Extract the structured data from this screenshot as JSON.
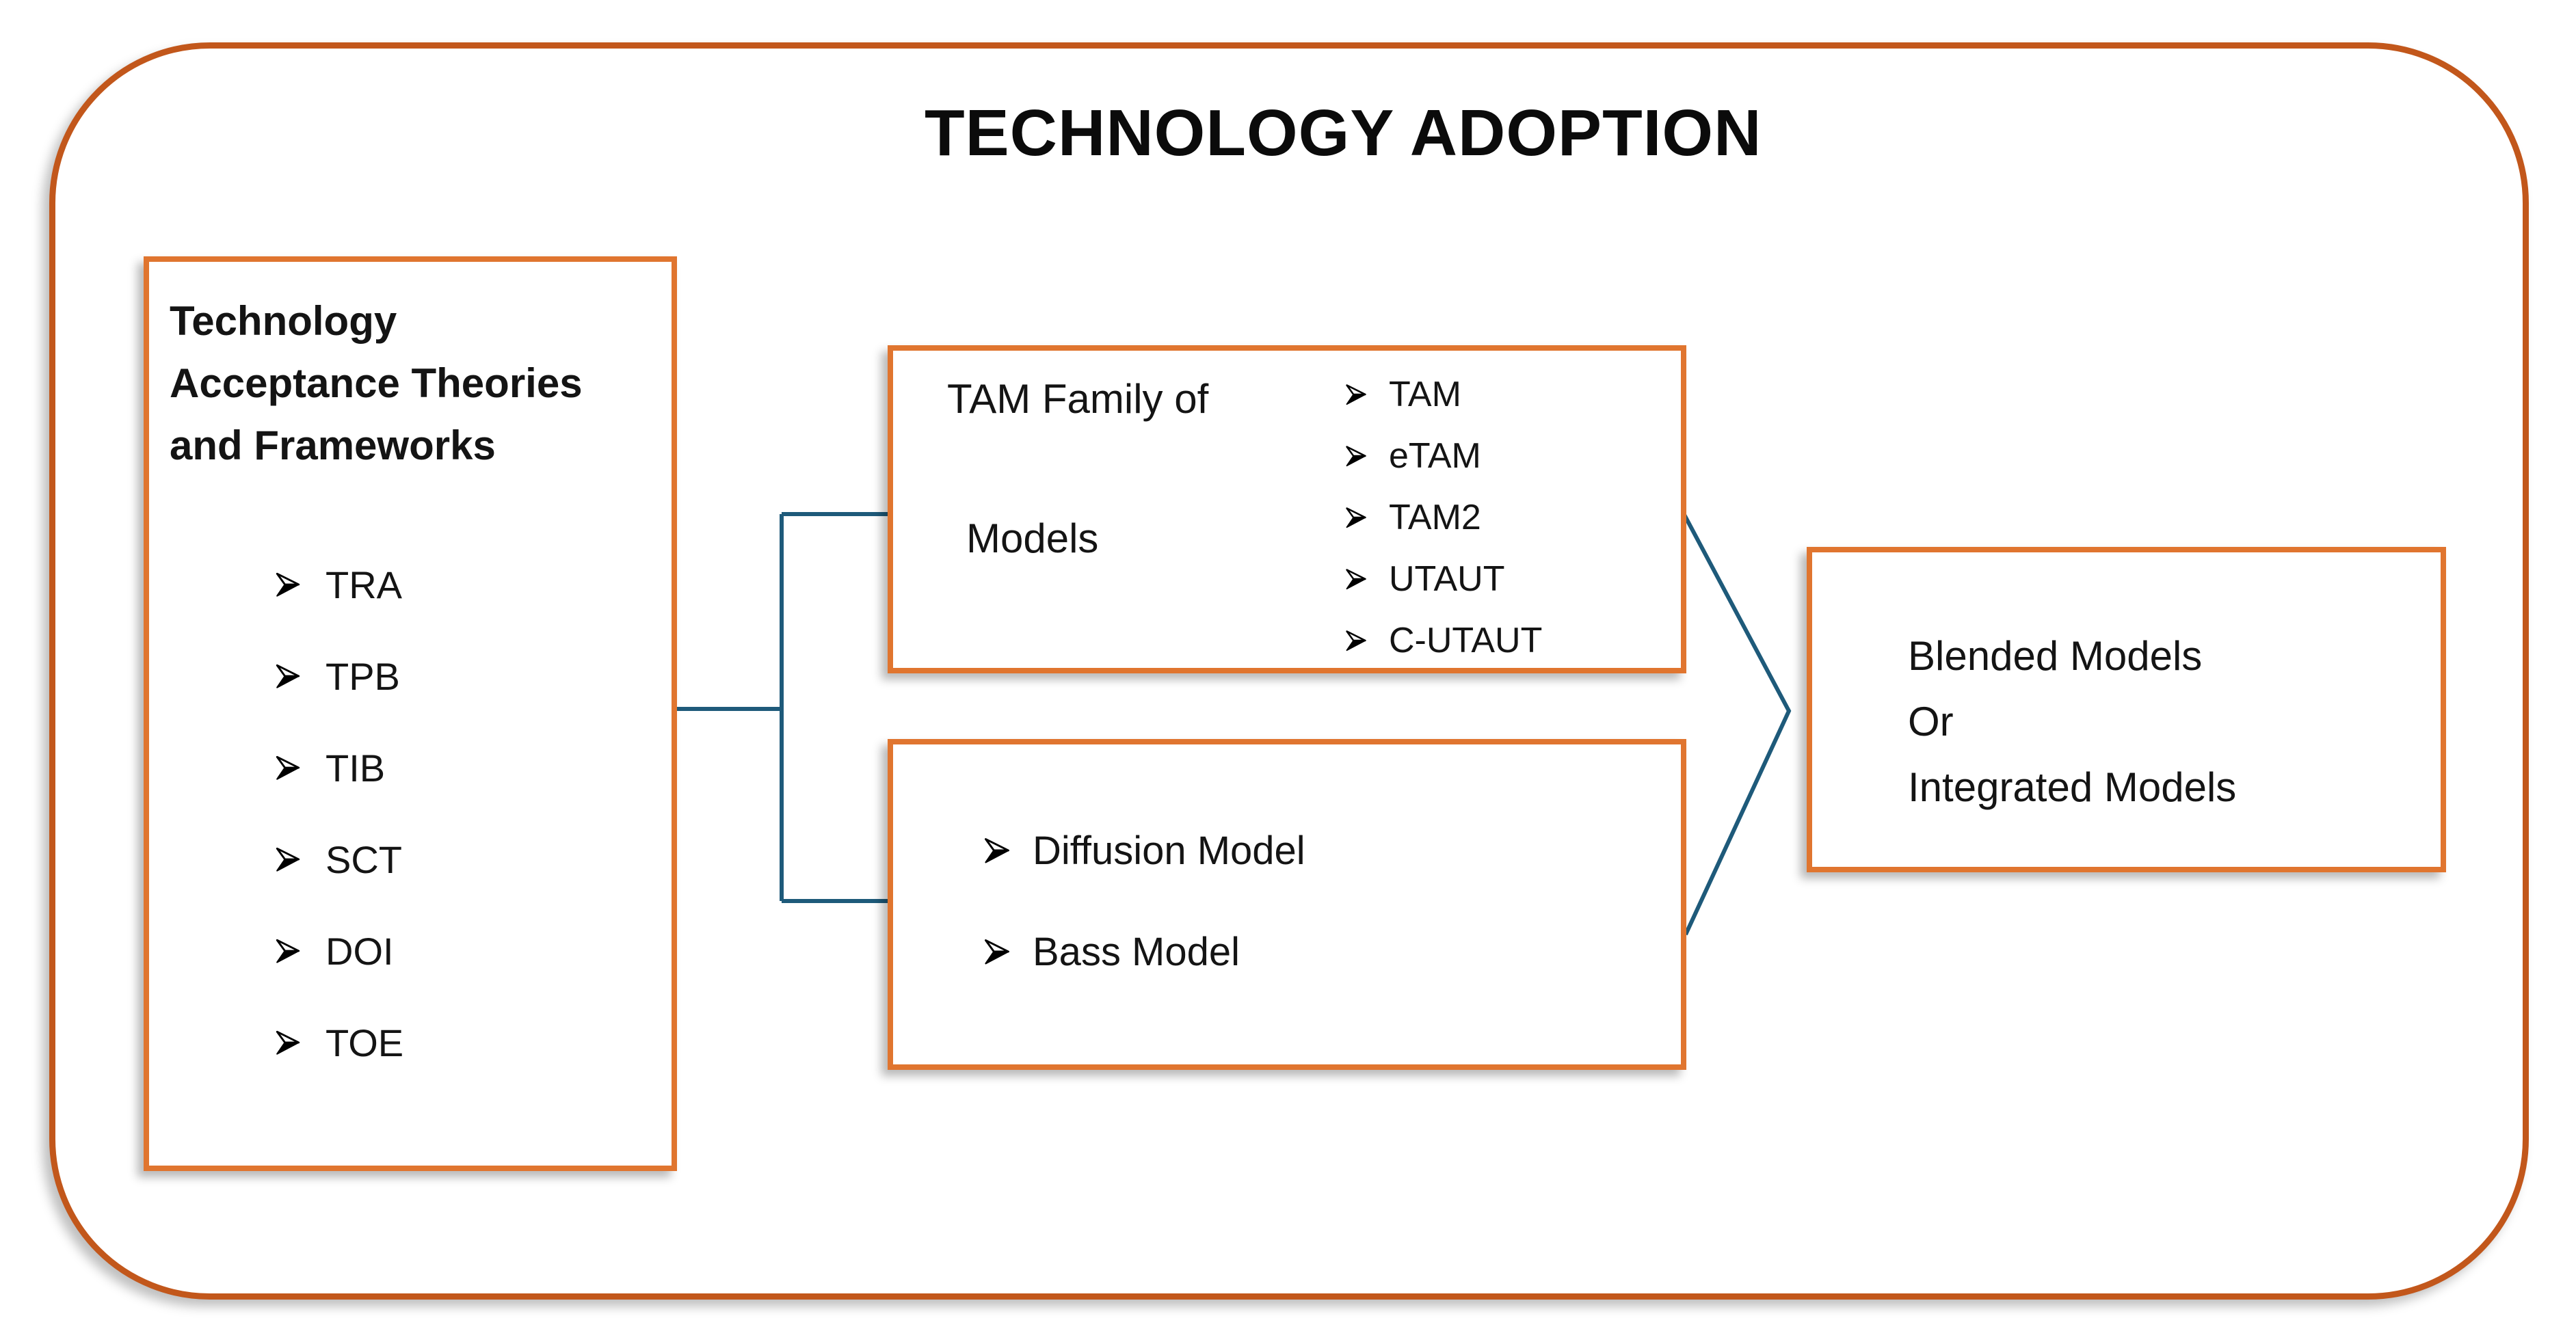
{
  "title": "TECHNOLOGY ADOPTION",
  "colors": {
    "frame_border": "#c2571b",
    "box_border": "#e0752f",
    "connector": "#1e5a7a",
    "text": "#141414",
    "background": "#ffffff"
  },
  "left_box": {
    "heading_lines": [
      "Technology",
      "Acceptance Theories",
      "and Frameworks"
    ],
    "items": [
      "TRA",
      "TPB",
      "TIB",
      "SCT",
      "DOI",
      "TOE"
    ]
  },
  "tam_box": {
    "label_lines": [
      "TAM Family of",
      "Models"
    ],
    "items": [
      "TAM",
      "eTAM",
      "TAM2",
      "UTAUT",
      "C-UTAUT"
    ]
  },
  "diffusion_box": {
    "items": [
      "Diffusion Model",
      "Bass Model"
    ]
  },
  "blended_box": {
    "lines": [
      "Blended Models",
      "Or",
      "Integrated Models"
    ]
  },
  "icons": {
    "bullet": "arrowhead-bullet"
  }
}
